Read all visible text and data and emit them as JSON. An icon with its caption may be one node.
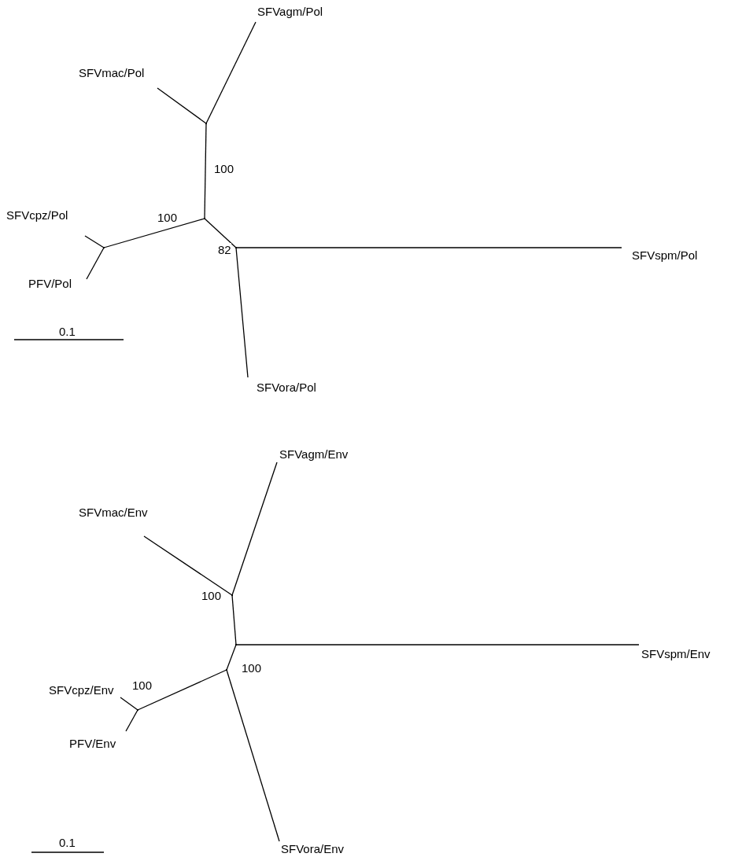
{
  "diagram": {
    "nodes": [
      {
        "text": [
          "SFVagm/Pol"
        ]
      },
      {
        "text": [
          "SFVmac/Pol"
        ]
      },
      {
        "text": [],
        "shape": "point"
      },
      {
        "text": [],
        "shape": "point"
      },
      {
        "text": [
          "SFVcpz/Pol"
        ]
      },
      {
        "text": [],
        "shape": "point"
      },
      {
        "text": [],
        "shape": "point"
      },
      {
        "text": [
          "SFVspm/Pol"
        ]
      },
      {
        "text": [
          "PFV/Pol"
        ]
      },
      {
        "text": [
          "SFVora/Pol"
        ]
      },
      {
        "text": [
          "SFVagm/Env"
        ]
      },
      {
        "text": [
          "SFVmac/Env"
        ]
      },
      {
        "text": [],
        "shape": "point"
      },
      {
        "text": [],
        "shape": "point"
      },
      {
        "text": [
          "SFVspm/Env"
        ]
      },
      {
        "text": [],
        "shape": "point"
      },
      {
        "text": [
          "SFVcpz/Env"
        ]
      },
      {
        "text": [],
        "shape": "point"
      },
      {
        "text": [
          "PFV/Env"
        ]
      },
      {
        "text": [
          "SFVora/Env"
        ]
      }
    ],
    "edges": [
      {
        "from": 2,
        "to": 0,
        "arrow": "none"
      },
      {
        "from": 2,
        "to": 1,
        "arrow": "none"
      },
      {
        "from": 2,
        "to": 3,
        "arrow": "none",
        "label": "100"
      },
      {
        "from": 3,
        "to": 6,
        "arrow": "none",
        "label": "82"
      },
      {
        "from": 6,
        "to": 7,
        "arrow": "none"
      },
      {
        "from": 6,
        "to": 9,
        "arrow": "none"
      },
      {
        "from": 3,
        "to": 5,
        "arrow": "none",
        "label": "100"
      },
      {
        "from": 5,
        "to": 4,
        "arrow": "none"
      },
      {
        "from": 5,
        "to": 8,
        "arrow": "none"
      },
      {
        "from": 12,
        "to": 10,
        "arrow": "none"
      },
      {
        "from": 12,
        "to": 11,
        "arrow": "none"
      },
      {
        "from": 12,
        "to": 13,
        "arrow": "none",
        "label": "100"
      },
      {
        "from": 13,
        "to": 14,
        "arrow": "none"
      },
      {
        "from": 13,
        "to": 15,
        "arrow": "none",
        "label": "100"
      },
      {
        "from": 15,
        "to": 19,
        "arrow": "none"
      },
      {
        "from": 15,
        "to": 17,
        "arrow": "none",
        "label": "100"
      },
      {
        "from": 17,
        "to": 16,
        "arrow": "none"
      },
      {
        "from": 17,
        "to": 18,
        "arrow": "none"
      }
    ],
    "labels": [
      "0.1",
      "0.1"
    ]
  }
}
